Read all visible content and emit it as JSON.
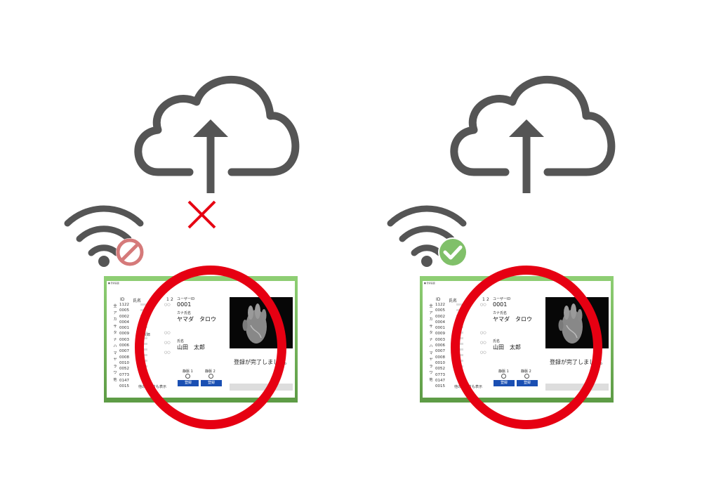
{
  "scenes": [
    {
      "id": "offline",
      "status_icon": "prohibited-icon",
      "upload_icon": "cloud-upload-icon",
      "upload_result_icon": "cross-icon",
      "status_color": "#d57a7a",
      "result_color": "#e60012"
    },
    {
      "id": "online",
      "status_icon": "check-icon",
      "upload_icon": "cloud-upload-icon",
      "status_color": "#80c069"
    }
  ],
  "app": {
    "title": "■ 登録画面",
    "list_headers": {
      "id": "ID",
      "name": "氏名",
      "col1": "1",
      "col2": "2"
    },
    "kana_tabs": [
      "全",
      "ア",
      "カ",
      "サ",
      "タ",
      "ナ",
      "ハ",
      "マ",
      "ヤ",
      "ラ",
      "ワ",
      "他"
    ],
    "ids": [
      "1122",
      "0005",
      "0002",
      "0004",
      "0001",
      "0009",
      "0003",
      "0006",
      "0007",
      "0008",
      "0010",
      "0052",
      "0773",
      "0147",
      "0015"
    ],
    "visible_name": "太郎",
    "user_id_label": "ユーザーID",
    "user_id_value": "0001",
    "kana_label": "カナ氏名",
    "kana_value": "ヤマダ　タロウ",
    "name_label": "氏名",
    "name_value": "山田　太郎",
    "vein1_label": "静脈 1",
    "vein2_label": "静脈 2",
    "register1_label": "登録",
    "register2_label": "登録",
    "footer_text": "他のデータも表示",
    "status_message": "登録が完了しました。",
    "checks": [
      "○○",
      "○○",
      "○○",
      "○○"
    ]
  }
}
